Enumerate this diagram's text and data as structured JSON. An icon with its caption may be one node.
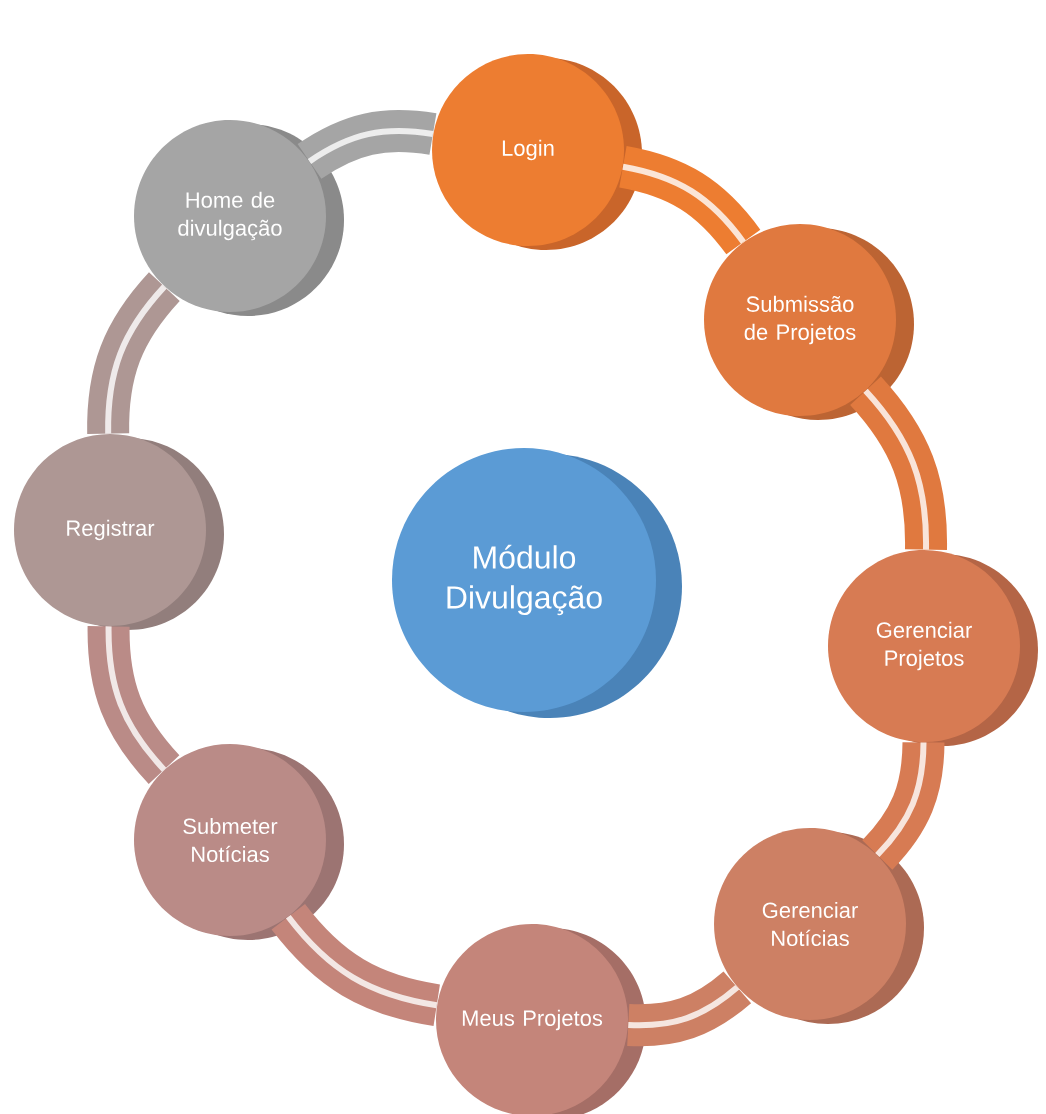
{
  "diagram": {
    "nodes": [
      {
        "text": [
          "Módulo Divulgação"
        ]
      },
      {
        "text": [
          "Login"
        ]
      },
      {
        "text": [
          "Submissão de Projetos"
        ]
      },
      {
        "text": [
          "Gerenciar Projetos"
        ]
      },
      {
        "text": [
          "Gerenciar Notícias"
        ]
      },
      {
        "text": [
          "Meus Projetos"
        ]
      },
      {
        "text": [
          "Submeter Notícias"
        ]
      },
      {
        "text": [
          "Registrar"
        ]
      },
      {
        "text": [
          "Home de divulgação"
        ]
      }
    ],
    "edges": [
      {
        "from": 1,
        "to": 2,
        "arrow": "none",
        "color": "#ed7d31"
      },
      {
        "from": 2,
        "to": 3,
        "arrow": "none",
        "color": "#e0793f"
      },
      {
        "from": 3,
        "to": 4,
        "arrow": "none",
        "color": "#d77b53"
      },
      {
        "from": 4,
        "to": 5,
        "arrow": "none",
        "color": "#cd8064"
      },
      {
        "from": 5,
        "to": 6,
        "arrow": "none",
        "color": "#c4857a"
      },
      {
        "from": 6,
        "to": 7,
        "arrow": "none",
        "color": "#ba8b87"
      },
      {
        "from": 7,
        "to": 8,
        "arrow": "none",
        "color": "#ae9794"
      },
      {
        "from": 8,
        "to": 1,
        "arrow": "none",
        "color": "#a5a5a5"
      }
    ]
  }
}
